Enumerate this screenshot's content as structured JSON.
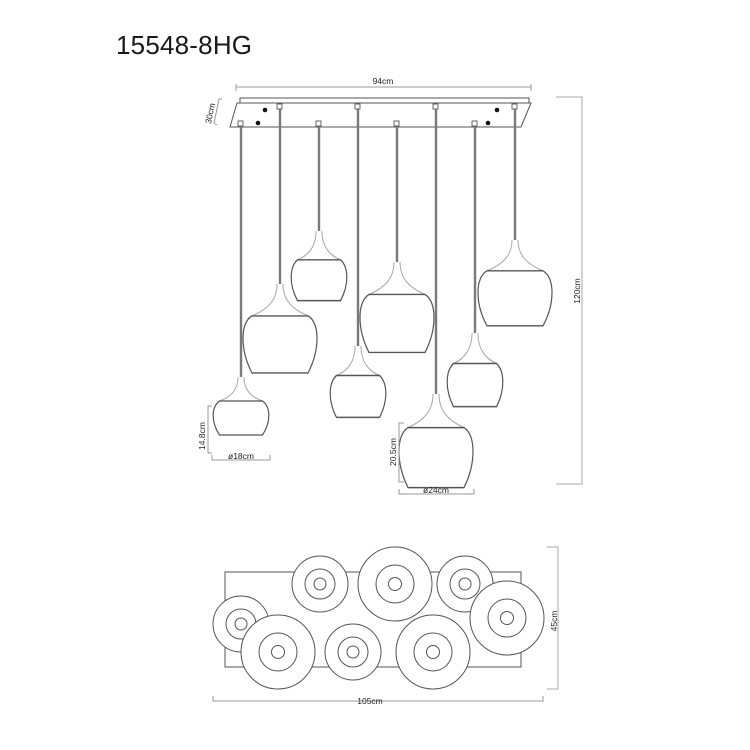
{
  "product": {
    "model_number": "15548-8HG"
  },
  "front_view": {
    "canopy": {
      "width_label": "94cm",
      "depth_label": "30cm"
    },
    "overall_height_label": "120cm",
    "small_shade": {
      "height_label": "14.8cm",
      "diameter_label": "ø18cm"
    },
    "large_shade": {
      "height_label": "20.5cm",
      "diameter_label": "ø24cm"
    },
    "pendant_count": 8
  },
  "top_view": {
    "width_label": "105cm",
    "depth_label": "45cm",
    "shade_count": 8
  },
  "colors": {
    "line": "#555555",
    "rod": "#7a7a7a",
    "neck": "#9a9a9a",
    "dimension": "#888888",
    "text": "#1a1a1a",
    "background": "#ffffff"
  }
}
